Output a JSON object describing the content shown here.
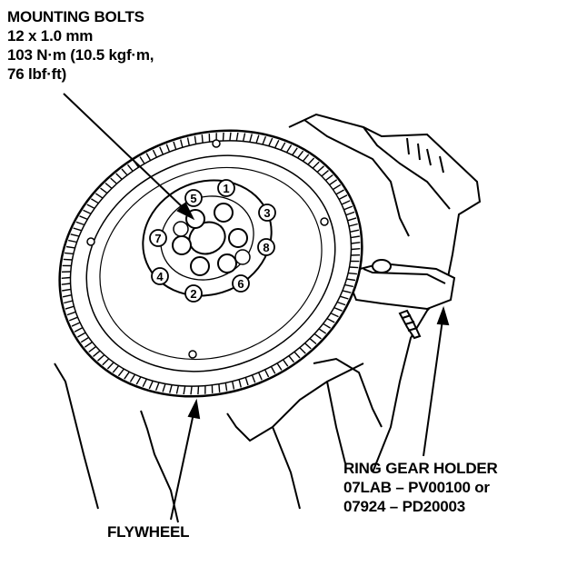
{
  "labels": {
    "bolts": {
      "line1": "MOUNTING BOLTS",
      "line2": "12 x 1.0 mm",
      "line3": "103 N·m (10.5 kgf·m,",
      "line4": "76 lbf·ft)"
    },
    "holder": {
      "line1": "RING GEAR HOLDER",
      "line2": "07LAB – PV00100 or",
      "line3": "07924 – PD20003"
    },
    "flywheel": "FLYWHEEL"
  },
  "bolt_numbers": [
    "1",
    "2",
    "3",
    "4",
    "5",
    "6",
    "7",
    "8"
  ],
  "colors": {
    "ink": "#000000",
    "paper": "#ffffff"
  }
}
